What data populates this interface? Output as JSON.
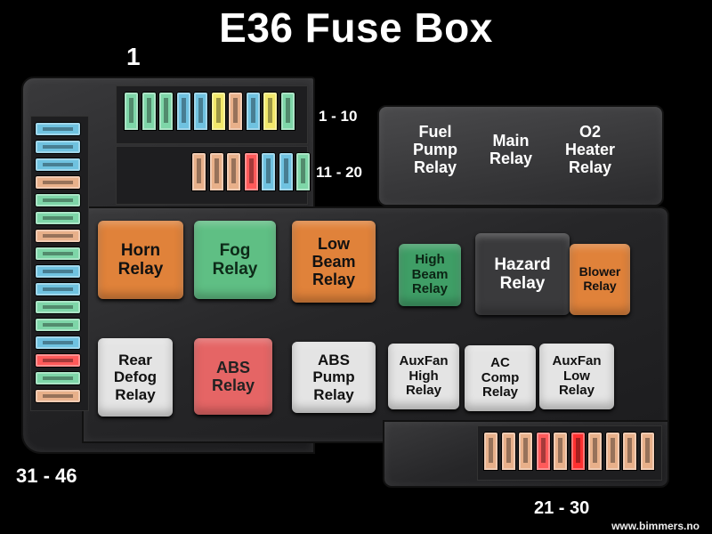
{
  "title": "E36 Fuse Box",
  "labels": {
    "pos_1": "1",
    "range_1_10": "1 - 10",
    "range_11_20": "11 - 20",
    "pos_21": "21",
    "range_21_30": "21 - 30",
    "pos_31": "31",
    "range_31_46": "31 - 46"
  },
  "relays": {
    "fuel_pump": "Fuel\nPump\nRelay",
    "main": "Main\nRelay",
    "o2_heater": "O2\nHeater\nRelay",
    "horn": "Horn\nRelay",
    "fog": "Fog\nRelay",
    "low_beam": "Low\nBeam\nRelay",
    "high_beam": "High\nBeam\nRelay",
    "hazard": "Hazard\nRelay",
    "blower": "Blower\nRelay",
    "rear_defog": "Rear\nDefog\nRelay",
    "abs": "ABS\nRelay",
    "abs_pump": "ABS\nPump\nRelay",
    "auxfan_high": "AuxFan\nHigh\nRelay",
    "ac_comp": "AC\nComp\nRelay",
    "auxfan_low": "AuxFan\nLow\nRelay"
  },
  "fuse_colors": {
    "row_1_10": [
      "#7ed6a8",
      "#7ed6a8",
      "#7ed6a8",
      "#6fc2e0",
      "#6fc2e0",
      "#f2e86a",
      "#e8b08a",
      "#6fc2e0",
      "#f2e86a",
      "#7ed6a8"
    ],
    "row_11_20": [
      "#e8b08a",
      "#e8b08a",
      "#e8b08a",
      "#ff5a5a",
      "#6fc2e0",
      "#6fc2e0",
      "#7ed6a8"
    ],
    "row_21_30": [
      "#e8b08a",
      "#e8b08a",
      "#e8b08a",
      "#ff5a5a",
      "#e8b08a",
      "#ff3030",
      "#e8b08a",
      "#e8b08a",
      "#e8b08a",
      "#e8b08a"
    ],
    "col_31_46": [
      "#6fc2e0",
      "#6fc2e0",
      "#6fc2e0",
      "#e8b08a",
      "#7ed6a8",
      "#7ed6a8",
      "#e8b08a",
      "#7ed6a8",
      "#6fc2e0",
      "#6fc2e0",
      "#7ed6a8",
      "#7ed6a8",
      "#6fc2e0",
      "#ff5a5a",
      "#7ed6a8",
      "#e8b08a"
    ]
  },
  "watermark": "www.bimmers.no"
}
